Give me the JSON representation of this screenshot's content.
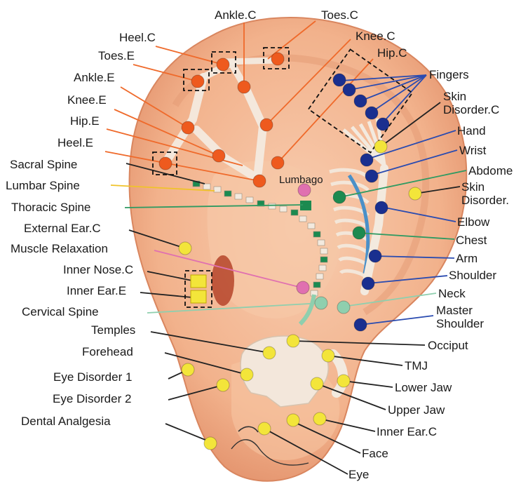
{
  "colors": {
    "ear_skin": "#f2b28c",
    "ear_edge": "#d9865f",
    "ear_inner": "#f6c7a6",
    "bone": "#f3eadf",
    "orange_dot": "#ee5a1e",
    "blue_dot": "#1a2f8f",
    "yellow_dot": "#f3e53a",
    "green_dot": "#1c8a50",
    "pink_dot": "#e070b0",
    "mint_dot": "#8fcfae",
    "orange_line": "#ef6a2b",
    "blue_line": "#2a4bb0",
    "green_line": "#2f9a62",
    "pink_line": "#e070b0",
    "yellow_line": "#f0c32a",
    "dark_line": "#222222"
  },
  "labels": {
    "ankle_c": "Ankle.C",
    "toes_c": "Toes.C",
    "heel_c": "Heel.C",
    "knee_c": "Knee.C",
    "toes_e": "Toes.E",
    "hip_c": "Hip.C",
    "ankle_e": "Ankle.E",
    "fingers": "Fingers",
    "knee_e": "Knee.E",
    "skin_disorder_c": "Skin\nDisorder.C",
    "hip_e": "Hip.E",
    "hand": "Hand",
    "heel_e": "Heel.E",
    "wrist": "Wrist",
    "sacral_spine": "Sacral Spine",
    "abdomen": "Abdome",
    "lumbago": "Lumbago",
    "lumbar_spine": "Lumbar Spine",
    "skin_disorder": "Skin\nDisorder.",
    "thoracic_spine": "Thoracic Spine",
    "elbow": "Elbow",
    "external_ear_c": "External Ear.C",
    "chest": "Chest",
    "muscle_relaxation": "Muscle Relaxation",
    "arm": "Arm",
    "inner_nose_c": "Inner Nose.C",
    "shoulder": "Shoulder",
    "inner_ear_e": "Inner Ear.E",
    "neck": "Neck",
    "cervical_spine": "Cervical Spine",
    "master_shoulder": "Master\nShoulder",
    "temples": "Temples",
    "occiput": "Occiput",
    "forehead": "Forehead",
    "tmj": "TMJ",
    "eye_disorder_1": "Eye Disorder 1",
    "lower_jaw": "Lower Jaw",
    "eye_disorder_2": "Eye Disorder 2",
    "upper_jaw": "Upper Jaw",
    "dental_analgesia": "Dental Analgesia",
    "inner_ear_c": "Inner Ear.C",
    "face": "Face",
    "eye": "Eye"
  }
}
